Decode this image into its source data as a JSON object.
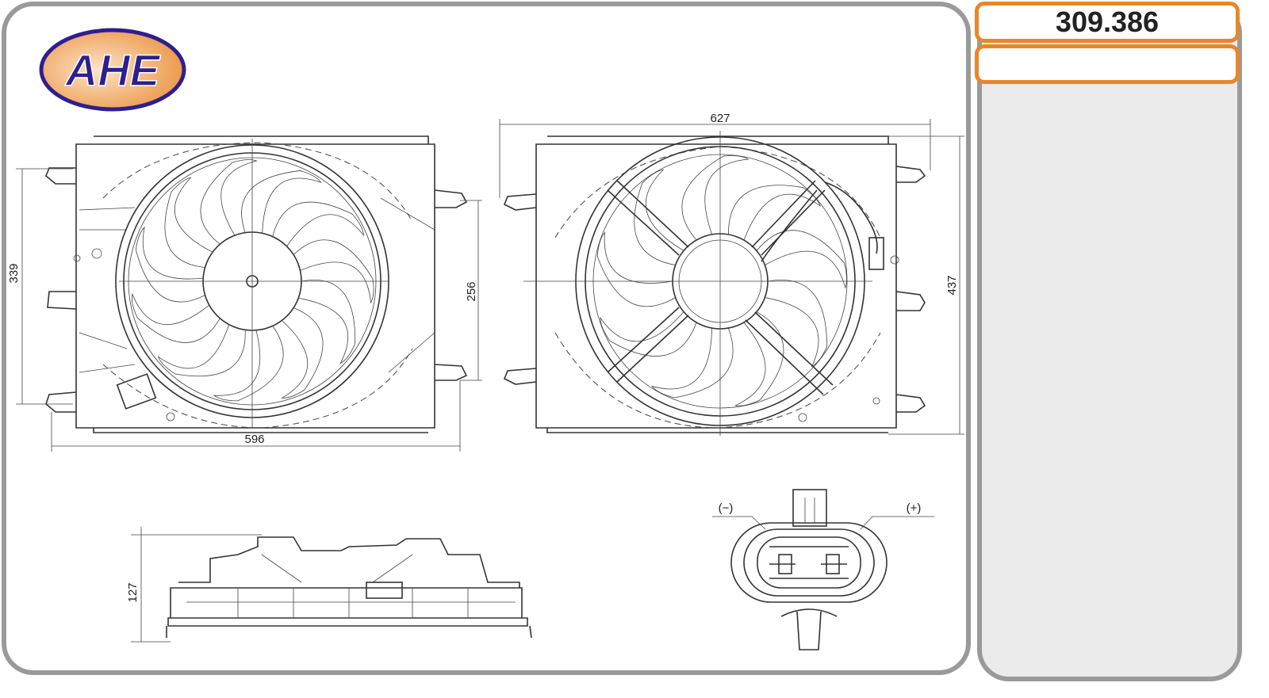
{
  "brand": {
    "logo_text": "AHE"
  },
  "part": {
    "code": "309.386",
    "subtitle": ""
  },
  "dimensions": {
    "front_height": "339",
    "front_width": "596",
    "front_inner_height": "256",
    "rear_width": "627",
    "rear_height": "437",
    "side_depth": "127"
  },
  "connector": {
    "minus_label": "(−)",
    "plus_label": "(+)"
  },
  "colors": {
    "accent": "#e8872a",
    "logo_blue": "#2e1f8f",
    "logo_orange": "#f0a560"
  }
}
